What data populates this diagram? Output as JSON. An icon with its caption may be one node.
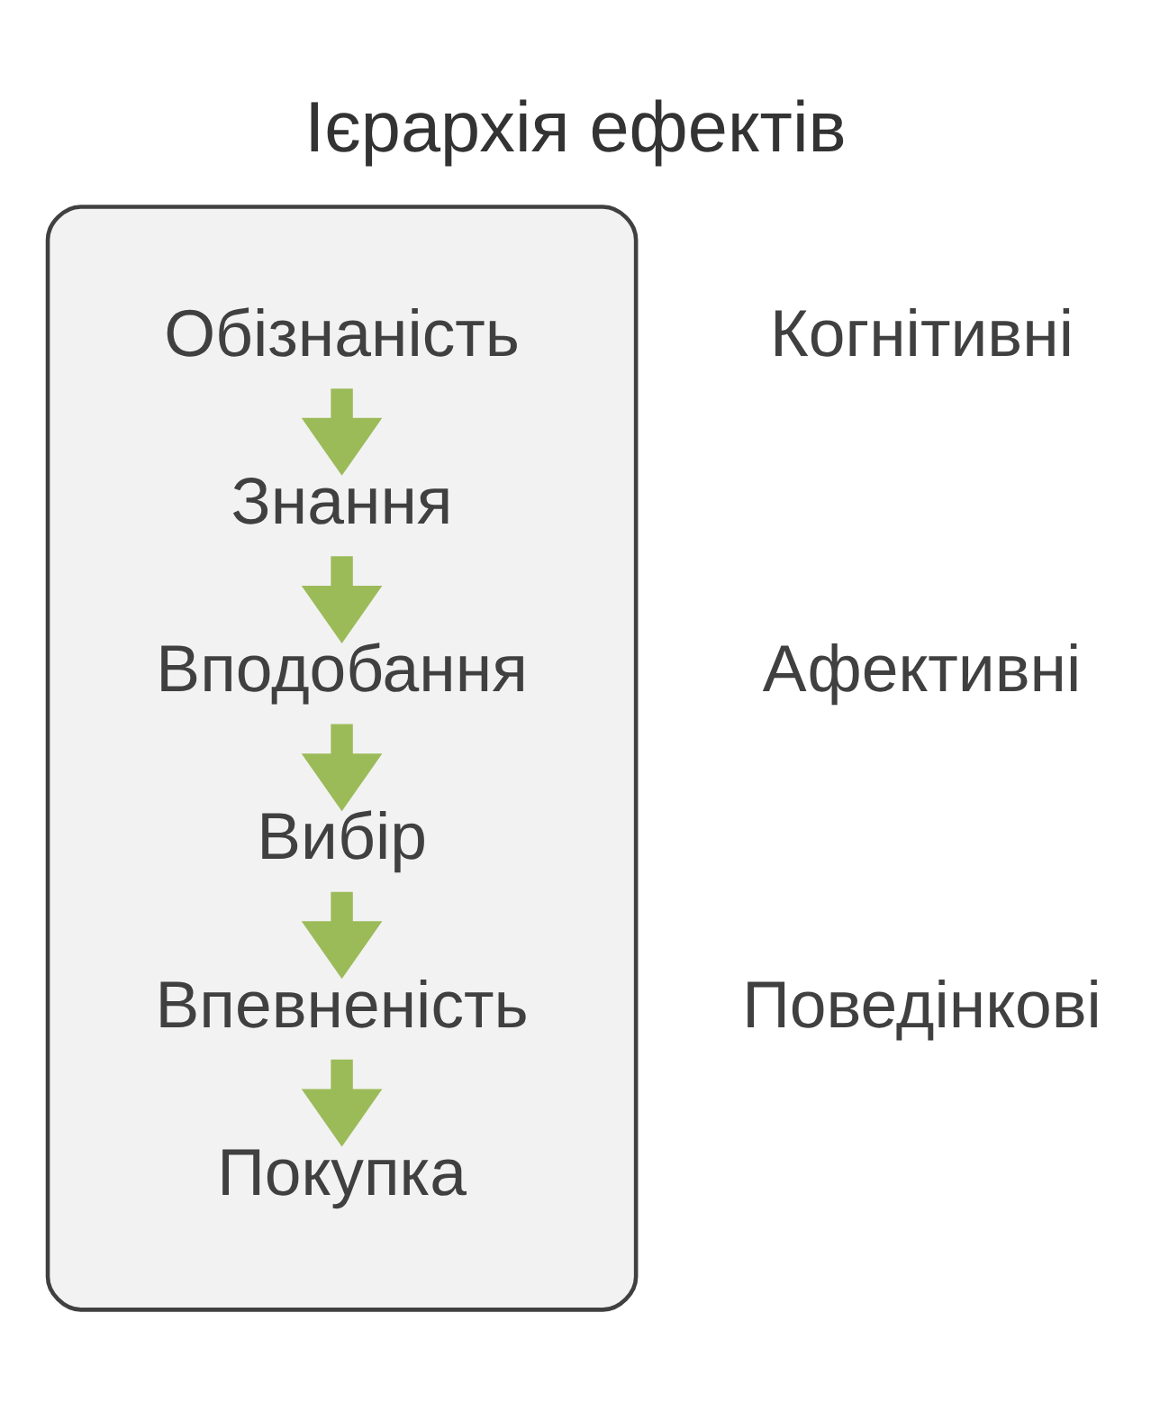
{
  "diagram": {
    "title": "Ієрархія ефектів",
    "nodes": [
      {
        "text": [],
        "shape": "box"
      },
      {
        "text": [
          "Обізнаність"
        ],
        "in": 0
      },
      {
        "text": [
          "Знання"
        ],
        "in": 0
      },
      {
        "text": [
          "Вподобання"
        ],
        "in": 0
      },
      {
        "text": [
          "Вибір"
        ],
        "in": 0
      },
      {
        "text": [
          "Впевненість"
        ],
        "in": 0
      },
      {
        "text": [
          "Покупка"
        ],
        "in": 0
      }
    ],
    "edges": [
      {
        "from": 1,
        "to": 2,
        "arrow": "to"
      },
      {
        "from": 2,
        "to": 3,
        "arrow": "to"
      },
      {
        "from": 3,
        "to": 4,
        "arrow": "to"
      },
      {
        "from": 4,
        "to": 5,
        "arrow": "to"
      },
      {
        "from": 5,
        "to": 6,
        "arrow": "to"
      }
    ],
    "labels": [
      "Когнітивні",
      "Афективні",
      "Поведінкові"
    ]
  }
}
